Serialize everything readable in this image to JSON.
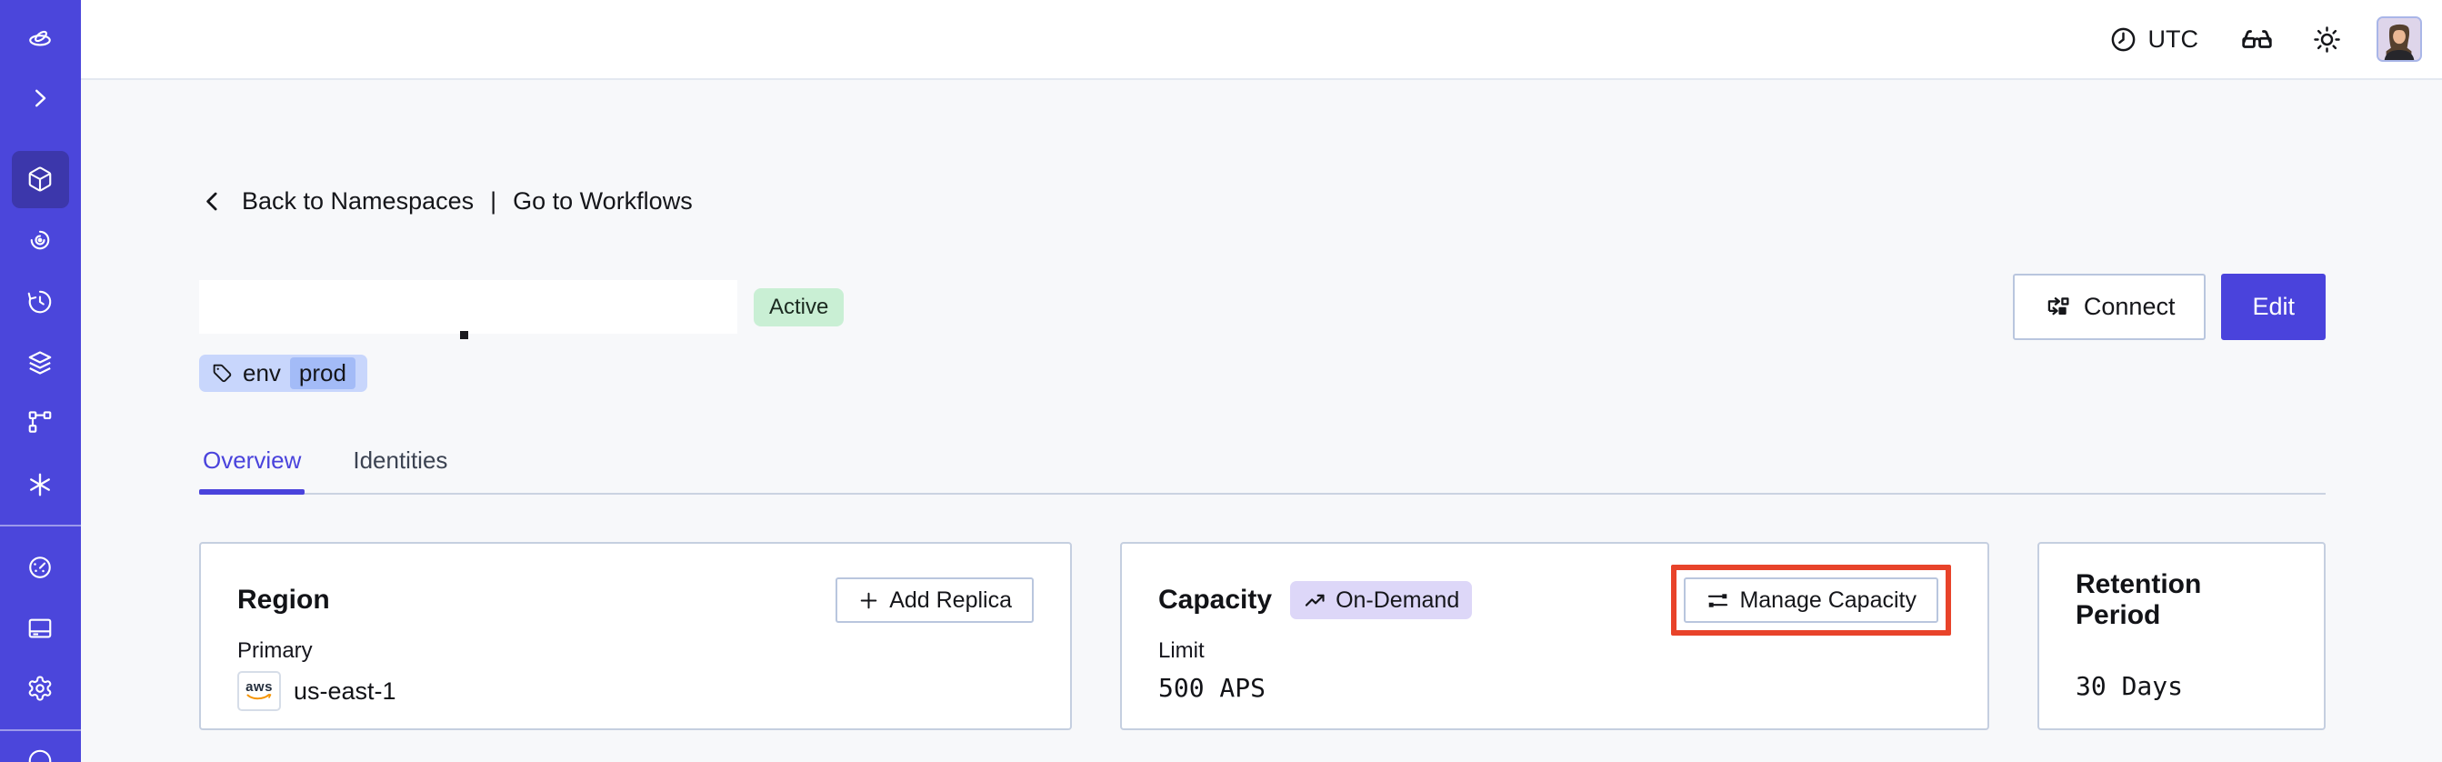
{
  "header": {
    "timezone": "UTC"
  },
  "breadcrumb": {
    "back_label": "Back to Namespaces",
    "separator": "|",
    "workflows_label": "Go to Workflows"
  },
  "namespace": {
    "status": "Active",
    "tag_key": "env",
    "tag_value": "prod"
  },
  "actions": {
    "connect_label": "Connect",
    "edit_label": "Edit"
  },
  "tabs": {
    "overview": "Overview",
    "identities": "Identities"
  },
  "cards": {
    "region": {
      "title": "Region",
      "add_replica_label": "Add Replica",
      "plus": "+",
      "primary_label": "Primary",
      "provider": "aws",
      "region_value": "us-east-1"
    },
    "capacity": {
      "title": "Capacity",
      "badge": "On-Demand",
      "manage_label": "Manage Capacity",
      "limit_label": "Limit",
      "limit_value": "500 APS"
    },
    "retention": {
      "title": "Retention Period",
      "value": "30 Days"
    }
  },
  "colors": {
    "sidebar": "#4b46db",
    "sidebar_active_tile": "#3c37ab",
    "accent": "#4a43dc",
    "annotation_highlight": "#e8432a",
    "status_badge_bg": "#c9efd4",
    "ondemand_badge_bg": "#ddd7f8",
    "tag_pill_bg": "#c8d6fc",
    "tag_chip_bg": "#a3bbf7",
    "aws_orange": "#f59400",
    "page_bg": "#f7f8fa"
  }
}
